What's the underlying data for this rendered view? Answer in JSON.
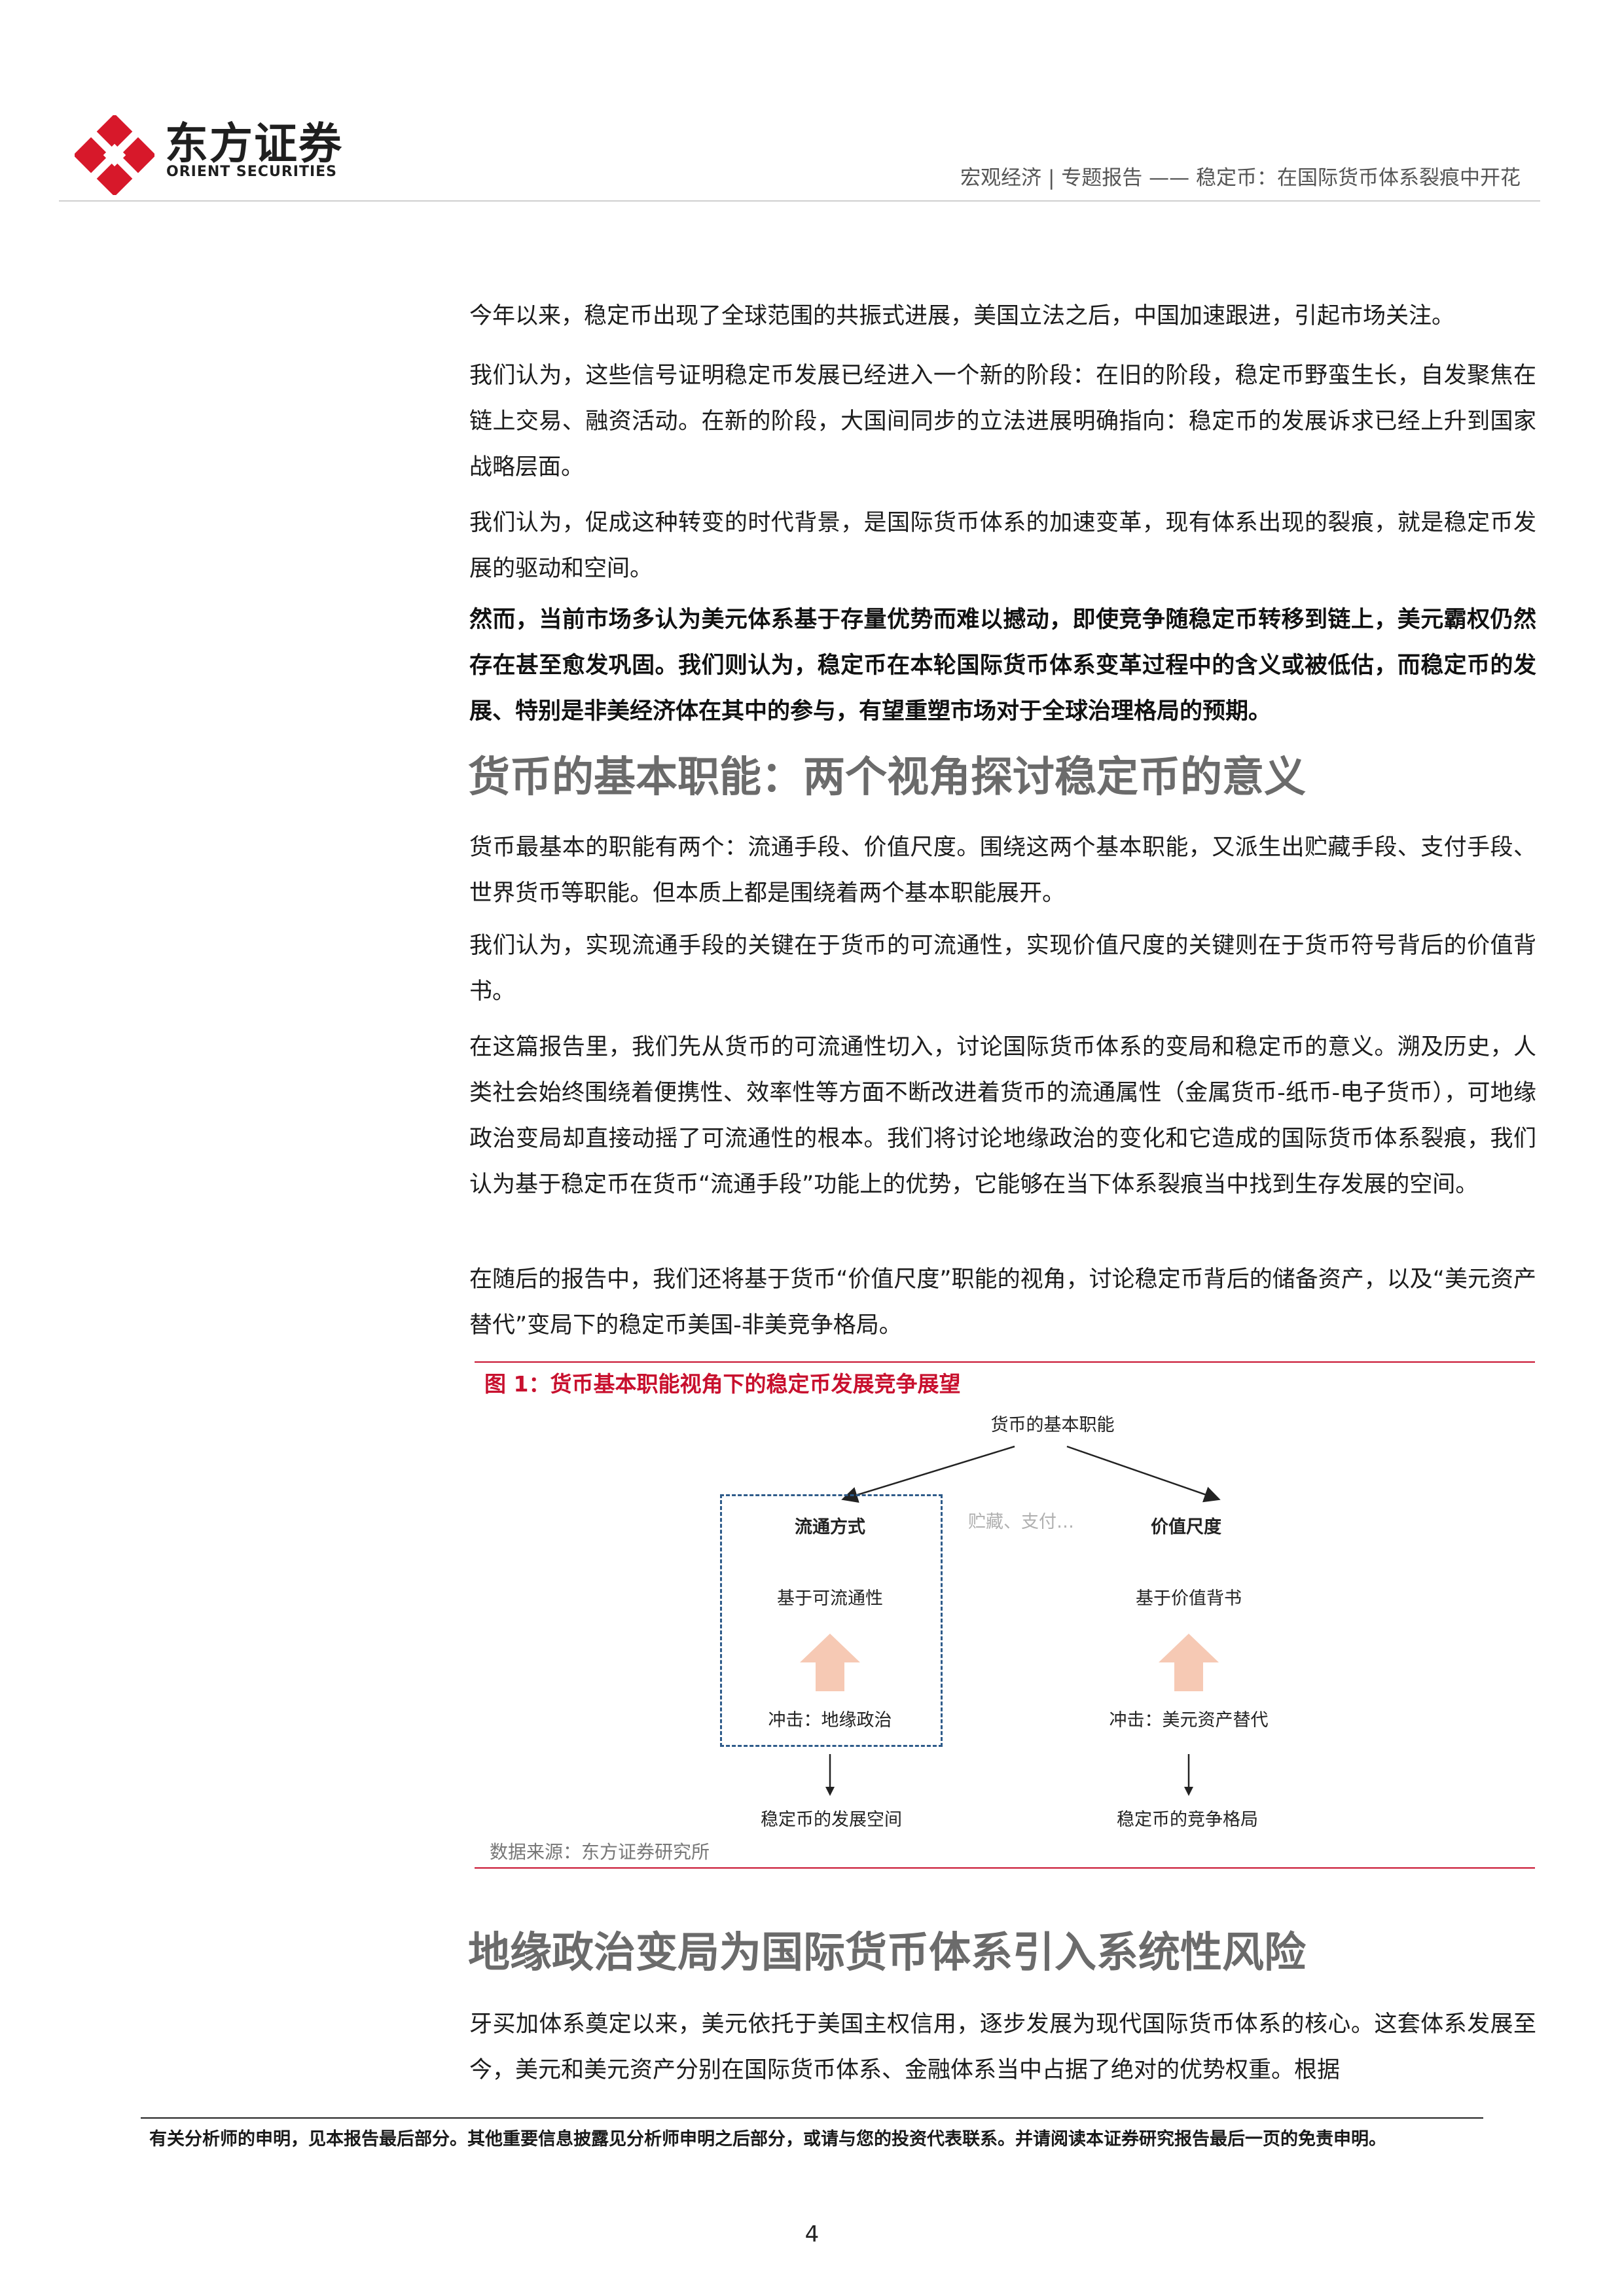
{
  "header": {
    "logo_cn": "东方证券",
    "logo_en": "ORIENT SECURITIES",
    "category": "宏观经济 | 专题报告 —— 稳定币：在国际货币体系裂痕中开花"
  },
  "paragraphs": [
    "今年以来，稳定币出现了全球范围的共振式进展，美国立法之后，中国加速跟进，引起市场关注。",
    "我们认为，这些信号证明稳定币发展已经进入一个新的阶段：在旧的阶段，稳定币野蛮生长，自发聚焦在链上交易、融资活动。在新的阶段，大国间同步的立法进展明确指向：稳定币的发展诉求已经上升到国家战略层面。",
    "我们认为，促成这种转变的时代背景，是国际货币体系的加速变革，现有体系出现的裂痕，就是稳定币发展的驱动和空间。",
    "然而，当前市场多认为美元体系基于存量优势而难以撼动，即使竞争随稳定币转移到链上，美元霸权仍然存在甚至愈发巩固。我们则认为，稳定币在本轮国际货币体系变革过程中的含义或被低估，而稳定币的发展、特别是非美经济体在其中的参与，有望重塑市场对于全球治理格局的预期。"
  ],
  "section1": {
    "title": "货币的基本职能：两个视角探讨稳定币的意义",
    "paragraphs": [
      "货币最基本的职能有两个：流通手段、价值尺度。围绕这两个基本职能，又派生出贮藏手段、支付手段、世界货币等职能。但本质上都是围绕着两个基本职能展开。",
      "我们认为，实现流通手段的关键在于货币的可流通性，实现价值尺度的关键则在于货币符号背后的价值背书。",
      "在这篇报告里，我们先从货币的可流通性切入，讨论国际货币体系的变局和稳定币的意义。溯及历史，人类社会始终围绕着便携性、效率性等方面不断改进着货币的流通属性（金属货币-纸币-电子货币），可地缘政治变局却直接动摇了可流通性的根本。我们将讨论地缘政治的变化和它造成的国际货币体系裂痕，我们认为基于稳定币在货币“流通手段”功能上的优势，它能够在当下体系裂痕当中找到生存发展的空间。",
      "在随后的报告中，我们还将基于货币“价值尺度”职能的视角，讨论稳定币背后的储备资产，以及“美元资产替代”变局下的稳定币美国-非美竞争格局。"
    ]
  },
  "figure": {
    "caption": "图 1：货币基本职能视角下的稳定币发展竞争展望",
    "root": "货币的基本职能",
    "left_title": "流通方式",
    "middle": "贮藏、支付…",
    "right_title": "价值尺度",
    "left_basis": "基于可流通性",
    "right_basis": "基于价值背书",
    "left_shock": "冲击：地缘政治",
    "right_shock": "冲击：美元资产替代",
    "left_outcome": "稳定币的发展空间",
    "right_outcome": "稳定币的竞争格局",
    "source": "数据来源：东方证券研究所",
    "accent_color": "#c8102e",
    "arrow_color": "#f6c9b4"
  },
  "section2": {
    "title": "地缘政治变局为国际货币体系引入系统性风险",
    "paragraphs": [
      "牙买加体系奠定以来，美元依托于美国主权信用，逐步发展为现代国际货币体系的核心。这套体系发展至今，美元和美元资产分别在国际货币体系、金融体系当中占据了绝对的优势权重。根据"
    ]
  },
  "footer": {
    "disclaimer": "有关分析师的申明，见本报告最后部分。其他重要信息披露见分析师申明之后部分，或请与您的投资代表联系。并请阅读本证券研究报告最后一页的免责申明。",
    "page_number": "4"
  }
}
